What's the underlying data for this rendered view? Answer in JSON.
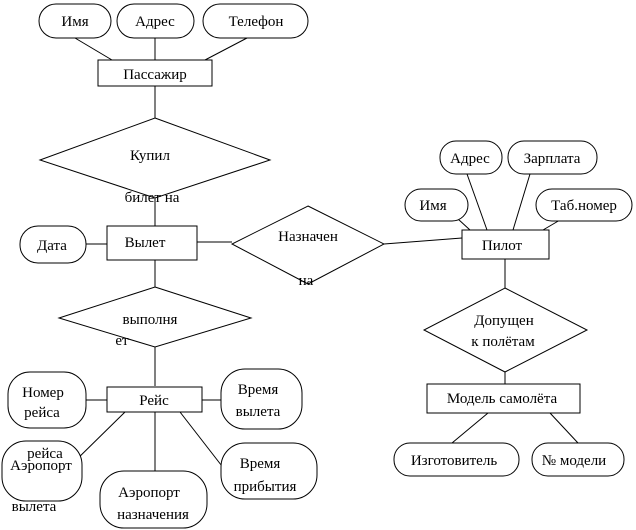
{
  "entities": {
    "passenger": "Пассажир",
    "flight": "Вылет",
    "route": "Рейс",
    "pilot": "Пилот",
    "plane_model": "Модель самолёта"
  },
  "relationships": {
    "bought_line1": "Купил",
    "bought_line2": "билет на",
    "assigned_line1": "Назначен",
    "assigned_line2": "на",
    "performs_line1": "выполня",
    "performs_line2": "ет",
    "admitted_line1": "Допущен",
    "admitted_line2": "к полётам"
  },
  "attributes": {
    "passenger_name": "Имя",
    "passenger_address": "Адрес",
    "passenger_phone": "Телефон",
    "flight_date": "Дата",
    "pilot_address": "Адрес",
    "pilot_salary": "Зарплата",
    "pilot_name": "Имя",
    "pilot_tab_number": "Таб.номер",
    "route_number_line1": "Номер",
    "route_number_line2": "рейса",
    "route_departure_time_line1": "Время",
    "route_departure_time_line2": "вылета",
    "route_arrival_time_line1": "Время",
    "route_arrival_time_line2": "прибытия",
    "route_dep_airport_line1": "Аэропорт",
    "route_dep_airport_line2": "вылета",
    "route_dep_airport_overlap": "рейса",
    "route_dest_airport_line1": "Аэропорт",
    "route_dest_airport_line2": "назначения",
    "model_manufacturer": "Изготовитель",
    "model_number": "№ модели"
  }
}
